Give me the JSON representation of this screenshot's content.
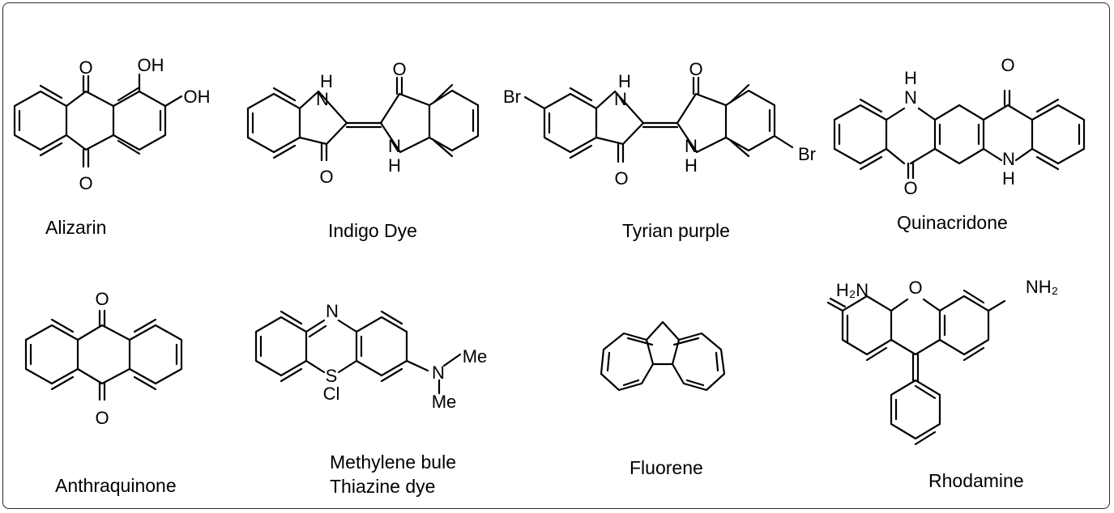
{
  "compounds": [
    {
      "name": "Alizarin"
    },
    {
      "name": "Indigo Dye"
    },
    {
      "name": "Tyrian purple"
    },
    {
      "name": "Quinacridone"
    },
    {
      "name": "Anthraquinone"
    },
    {
      "name": "Methylene bule",
      "name2": "Thiazine dye"
    },
    {
      "name": "Fluorene"
    },
    {
      "name": "Rhodamine"
    }
  ],
  "atoms": {
    "O": "O",
    "OH": "OH",
    "H": "H",
    "N": "N",
    "Br": "Br",
    "S": "S",
    "Cl": "Cl",
    "Me": "Me",
    "H2N": "H₂N",
    "NH2": "NH₂"
  }
}
